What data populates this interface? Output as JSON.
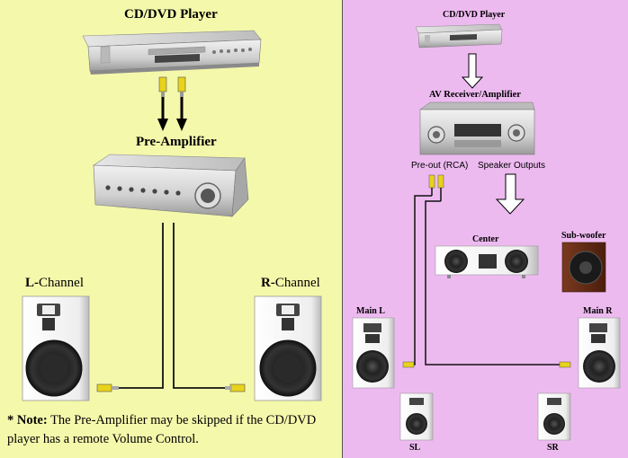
{
  "left": {
    "title": "CD/DVD Player",
    "preamp_label": "Pre-Amplifier",
    "l_bold": "L-",
    "l_rest": "Channel",
    "r_bold": "R-",
    "r_rest": "Channel",
    "note_star": "* Note:",
    "note_text": " The Pre-Amplifier may be skipped if the CD/DVD player has a remote Volume Control."
  },
  "right": {
    "title": "CD/DVD Player",
    "receiver_label": "AV Receiver/Amplifier",
    "preout_label": "Pre-out (RCA)",
    "speaker_outputs_label": "Speaker Outputs",
    "center_label": "Center",
    "subwoofer_label": "Sub-woofer",
    "main_l_label": "Main L",
    "main_r_label": "Main R",
    "sl_label": "SL",
    "sr_label": "SR"
  },
  "colors": {
    "left_bg": "#f4f8ab",
    "right_bg": "#edbaf0",
    "rca_yellow": "#e8d21a",
    "wire": "#111111"
  }
}
